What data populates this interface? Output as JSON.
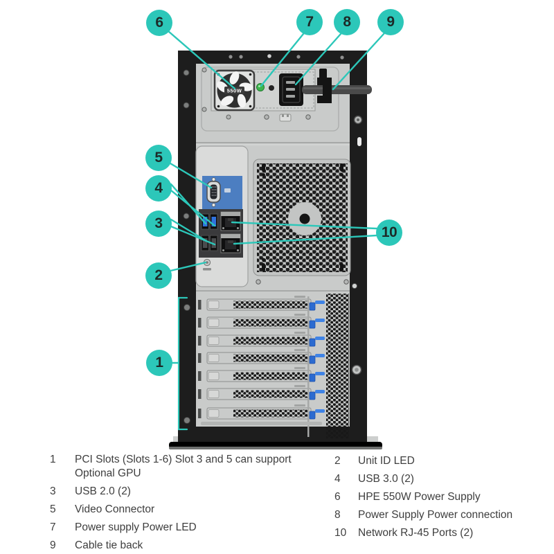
{
  "figure": {
    "description": "Rear view diagram of an HPE tower server with numbered component callouts",
    "psu_fan_label": "550W"
  },
  "callouts": {
    "c1": "1",
    "c2": "2",
    "c3": "3",
    "c4": "4",
    "c5": "5",
    "c6": "6",
    "c7": "7",
    "c8": "8",
    "c9": "9",
    "c10": "10"
  },
  "legend": {
    "left": [
      {
        "num": "1",
        "label": "PCI Slots (Slots 1-6) Slot 3 and 5 can support Optional GPU"
      },
      {
        "num": "3",
        "label": "USB 2.0 (2)"
      },
      {
        "num": "5",
        "label": "Video Connector"
      },
      {
        "num": "7",
        "label": "Power supply Power LED"
      },
      {
        "num": "9",
        "label": "Cable tie back"
      }
    ],
    "right": [
      {
        "num": "2",
        "label": "Unit ID LED"
      },
      {
        "num": "4",
        "label": "USB 3.0 (2)"
      },
      {
        "num": "6",
        "label": "HPE 550W Power Supply"
      },
      {
        "num": "8",
        "label": "Power Supply Power connection"
      },
      {
        "num": "10",
        "label": "Network RJ-45 Ports (2)"
      }
    ]
  },
  "colors": {
    "callout": "#2cc7b9",
    "callout_text": "#1c2a28",
    "leader_line": "#2cc7b9",
    "legend_text": "#3e3e3e",
    "chassis_frame": "#1d1d1d",
    "chassis_panel": "#c9cbca",
    "io_band_blue": "#4c7ec1",
    "usb3_blue": "#2f72dd",
    "pci_latch_blue": "#2c6bd0",
    "power_led_green": "#3db54d"
  }
}
